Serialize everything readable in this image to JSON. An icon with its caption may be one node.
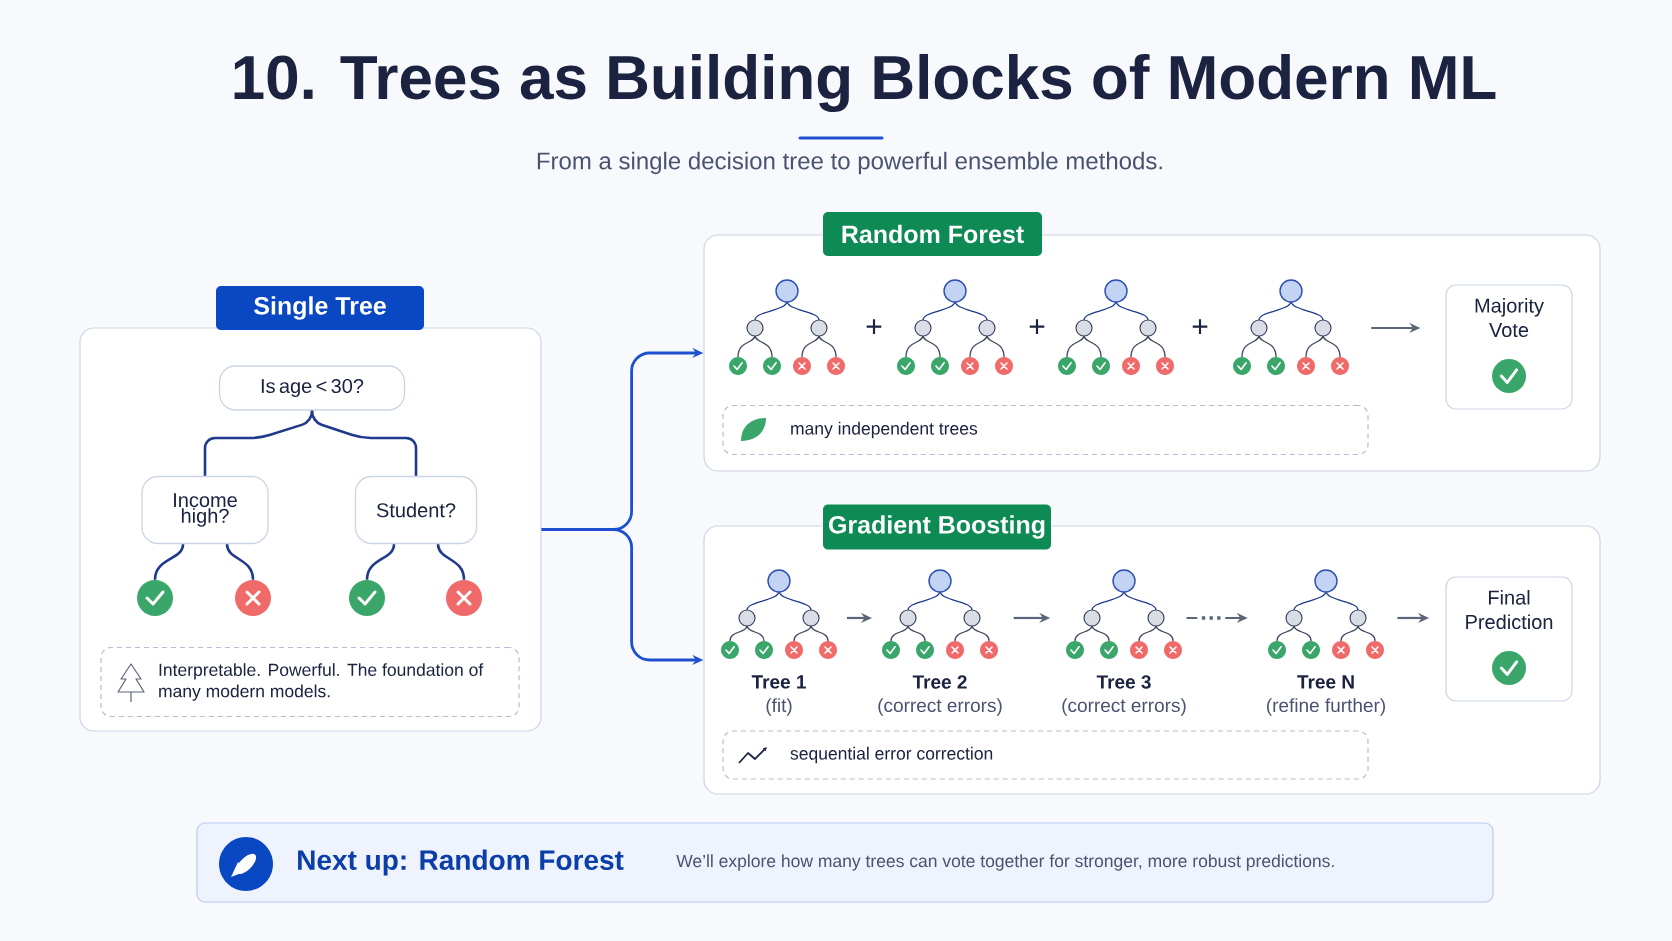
{
  "diagram": {
    "title": "10. Trees as Building Blocks of Modern ML",
    "nodes": [
      {
        "text": [
          "Single Tree"
        ]
      },
      {
        "text": [
          "Is age < 30?"
        ],
        "in": 0
      },
      {
        "text": [
          "Income high?"
        ],
        "in": 0
      },
      {
        "text": [
          "Student?"
        ],
        "in": 0
      },
      {
        "text": [],
        "shape": "circle",
        "in": 0
      },
      {
        "text": [],
        "shape": "circle",
        "in": 0
      },
      {
        "text": [],
        "shape": "circle",
        "in": 0
      },
      {
        "text": [],
        "shape": "circle",
        "in": 0
      },
      {
        "text": [
          "Interpretable. Powerful. The foundation of many modern models."
        ],
        "in": 0
      },
      {
        "text": [
          "Random Forest"
        ]
      },
      {
        "text": [],
        "shape": "picture",
        "in": 9
      },
      {
        "text": [],
        "shape": "picture",
        "in": 9
      },
      {
        "text": [],
        "shape": "picture",
        "in": 9
      },
      {
        "text": [],
        "shape": "picture",
        "in": 9
      },
      {
        "text": [
          "Majority Vote"
        ],
        "in": 9
      },
      {
        "text": [
          "many independent trees"
        ],
        "in": 9
      },
      {
        "text": [
          "Gradient Boosting"
        ]
      },
      {
        "text": [],
        "shape": "picture",
        "beside": [
          "Tree 1",
          "(fit)"
        ],
        "in": 16
      },
      {
        "text": [],
        "shape": "picture",
        "beside": [
          "Tree 2",
          "(correct errors)"
        ],
        "in": 16
      },
      {
        "text": [],
        "shape": "picture",
        "beside": [
          "Tree 3",
          "(correct errors)"
        ],
        "in": 16
      },
      {
        "text": [],
        "shape": "picture",
        "beside": [
          "Tree N",
          "(refine further)"
        ],
        "in": 16
      },
      {
        "text": [
          "Final Prediction"
        ],
        "in": 16
      },
      {
        "text": [
          "sequential error correction"
        ],
        "in": 16
      },
      {
        "text": [
          "Next up: Random Forest",
          "We’ll explore how many trees can vote together for stronger, more robust predictions."
        ]
      }
    ],
    "edges": [
      {
        "from": 1,
        "to": 2,
        "arrow": "none"
      },
      {
        "from": 1,
        "to": 3,
        "arrow": "none"
      },
      {
        "from": 2,
        "to": 4,
        "arrow": "none"
      },
      {
        "from": 2,
        "to": 5,
        "arrow": "none"
      },
      {
        "from": 3,
        "to": 6,
        "arrow": "none"
      },
      {
        "from": 3,
        "to": 7,
        "arrow": "none"
      },
      {
        "from": 0,
        "to": 9,
        "arrow": "to",
        "color": "#1d4fd0"
      },
      {
        "from": 0,
        "to": 16,
        "arrow": "to",
        "color": "#1d4fd0"
      },
      {
        "from": 13,
        "to": 14,
        "arrow": "to",
        "color": "#5b6478"
      },
      {
        "from": 17,
        "to": 18,
        "arrow": "to",
        "color": "#5b6478"
      },
      {
        "from": 18,
        "to": 19,
        "arrow": "to",
        "color": "#5b6478"
      },
      {
        "from": 19,
        "to": 20,
        "arrow": "to",
        "color": "#5b6478",
        "label": "…"
      },
      {
        "from": 20,
        "to": 21,
        "arrow": "to",
        "color": "#5b6478"
      }
    ],
    "labels": [
      "From a single decision tree to powerful ensemble methods.",
      "+",
      "+",
      "+"
    ]
  }
}
